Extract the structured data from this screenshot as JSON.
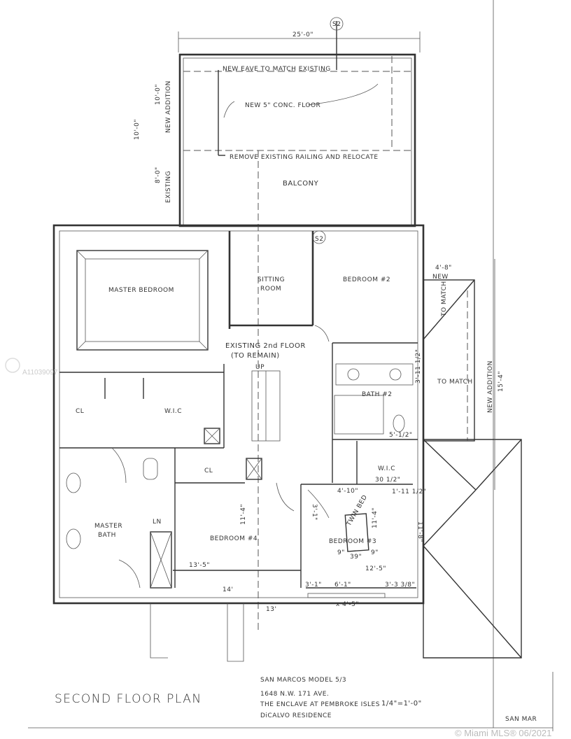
{
  "balcony": {
    "width_dim": "25'-0\"",
    "section_tag_top": "S2",
    "eave_note": "NEW EAVE TO MATCH EXISTING",
    "floor_note": "NEW 5\" CONC. FLOOR",
    "railing_note": "REMOVE EXISTING RAILING AND RELOCATE",
    "label": "BALCONY",
    "left_dim": "10'-0\"",
    "new_addition_label": "NEW ADDITION",
    "new_addition_dim": "10'-0\"",
    "existing_label": "EXISTING",
    "existing_dim": "8'-0\""
  },
  "rooms": {
    "master_bedroom": "MASTER BEDROOM",
    "sitting_room_1": "SITTING",
    "sitting_room_2": "ROOM",
    "bedroom_2": "BEDROOM #2",
    "existing_floor_1": "EXISTING 2nd FLOOR",
    "existing_floor_2": "(TO REMAIN)",
    "closet": "CL",
    "wic_master": "W.I.C",
    "bath_2": "BATH #2",
    "wic_bed3": "W.I.C",
    "master_bath_1": "MASTER",
    "master_bath_2": "BATH",
    "linen": "LN",
    "hall_closet": "CL",
    "bedroom_4": "BEDROOM #4",
    "bedroom_3": "BEDROOM #3",
    "twin_bed": "TWIN BED",
    "section_tag_mid": "S2",
    "stair_up": "UP"
  },
  "dimensions": {
    "bed4_width": "13'-5\"",
    "bed4_depth": "11'-4\"",
    "bed4_14": "14'",
    "bed4_13": "13'",
    "bed3_width": "12'-5\"",
    "bed3_depth": "11'-4\"",
    "bed3_door": "4'-10\"",
    "wic_door": "30 1/2\"",
    "wic_side": "1'-11 1/2\"",
    "seg1": "3'-1\"",
    "seg2": "6'-1\"",
    "seg3": "3'-3 3/8\"",
    "window": "x 4'-5\"",
    "bed_w": "39\"",
    "bed_a": "9\"",
    "bed_b": "9\"",
    "side_a": "3'-1\"",
    "side_b": "11'-8\"",
    "bath_dim": "3'-11 1/2\"",
    "bath_tub": "5'-1/2\""
  },
  "addition": {
    "top_dim": "4'-8\"",
    "top_label": "NEW",
    "roof_note_1": "TO MATCH",
    "roof_note_2": "TO MATCH",
    "side_label": "NEW ADDITION",
    "side_dim": "15'-4\""
  },
  "title_block": {
    "plan_title": "SECOND FLOOR PLAN",
    "line1": "SAN MARCOS MODEL  5/3",
    "line2": "1648 N.W. 171 AVE.",
    "line3": "THE ENCLAVE AT PEMBROKE ISLES",
    "scale": "1/4\"=1'-0\"",
    "line4": "DiCALVO RESIDENCE",
    "sheet_label": "SAN MAR"
  },
  "watermark": {
    "listing_id": "A11039097",
    "copyright": "© Miami MLS® 06/2021"
  }
}
